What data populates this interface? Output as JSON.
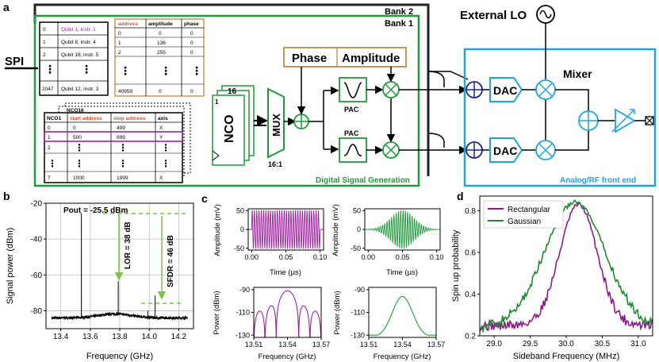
{
  "panel_labels": {
    "a": "a",
    "b": "b",
    "c": "c",
    "d": "d"
  },
  "diagram": {
    "bank2": "Bank 2",
    "bank1": "Bank 1",
    "spi": "SPI",
    "external_lo": "External LO",
    "mixer": "Mixer",
    "phase": "Phase",
    "amplitude": "Amplitude",
    "pac_top": "PAC",
    "pac_bottom": "PAC",
    "nco": "NCO",
    "nco_count": "16",
    "nco_index": "1",
    "mux": "MUX",
    "mux_ratio": "16:1",
    "dac_top": "DAC",
    "dac_bottom": "DAC",
    "dsg_label": "Digital Signal Generation",
    "rf_label": "Analog/RF front end",
    "colors": {
      "green": "#1f9a3c",
      "blue": "#1aa6e0",
      "orange": "#c8955c",
      "purple": "#a020a0",
      "red": "#e0502a",
      "navy": "#23238a"
    },
    "instr_table": {
      "rows": [
        [
          "0",
          "Qubit 1, instr. 1"
        ],
        [
          "1",
          "Qubit 8, instr. 4"
        ],
        [
          "2",
          "Qubit 16, instr. 5"
        ],
        [
          "⋮",
          "⋮"
        ],
        [
          "2047",
          "Qubit 12, instr. 3"
        ]
      ]
    },
    "waveform_table": {
      "headers": [
        "address",
        "amplitude",
        "phase"
      ],
      "rows": [
        [
          "0",
          "0",
          "0"
        ],
        [
          "1",
          "136",
          "0"
        ],
        [
          "2",
          "255",
          "0"
        ],
        [
          "⋮",
          "⋮",
          "⋮"
        ],
        [
          "40959",
          "0",
          "0"
        ]
      ]
    },
    "nco_table": {
      "back_label": "NCO16",
      "headers": [
        "NCO1",
        "start address",
        "stop address",
        "axis"
      ],
      "rows": [
        [
          "0",
          "0",
          "499",
          "X"
        ],
        [
          "1",
          "500",
          "999",
          "Y"
        ],
        [
          "2",
          "⋮",
          "⋮",
          "⋮"
        ],
        [
          "⋮",
          "⋮",
          "⋮",
          "⋮"
        ],
        [
          "7",
          "1000",
          "1999",
          "X"
        ]
      ]
    }
  },
  "chart_data": [
    {
      "id": "b",
      "type": "line",
      "xlabel": "Frequency (GHz)",
      "ylabel": "Signal power (dBm)",
      "xlim": [
        13.3,
        14.3
      ],
      "ylim": [
        -90,
        -20
      ],
      "xticks": [
        "13.4",
        "13.6",
        "13.8",
        "14.0",
        "14.2"
      ],
      "yticks": [
        "-80",
        "-60",
        "-40",
        "-20"
      ],
      "grid": true,
      "annotations": [
        "Pout = -25.5 dBm",
        "LOR = 38 dB",
        "SFDR = 46 dB"
      ],
      "peaks": [
        {
          "x": 13.54,
          "y": -25.5
        },
        {
          "x": 13.79,
          "y": -63.5
        },
        {
          "x": 14.04,
          "y": -71.5
        },
        {
          "x": 13.99,
          "y": -80
        }
      ],
      "noise_floor": -84
    },
    {
      "id": "c1",
      "type": "line",
      "xlabel": "Time (µs)",
      "ylabel": "Amplitude (mV)",
      "xlim": [
        -0.005,
        0.105
      ],
      "ylim": [
        -55,
        55
      ],
      "xticks": [
        "0.00",
        "0.05",
        "0.10"
      ],
      "yticks": [
        "-50",
        "0",
        "50"
      ],
      "series": [
        {
          "envelope": "rectangular",
          "start": 0,
          "stop": 0.1,
          "amplitude": 50,
          "cycles": 30
        }
      ]
    },
    {
      "id": "c2",
      "type": "line",
      "xlabel": "Time (µs)",
      "ylabel": "Amplitude (mV)",
      "xlim": [
        -0.005,
        0.105
      ],
      "ylim": [
        -55,
        55
      ],
      "xticks": [
        "0.00",
        "0.05",
        "0.10"
      ],
      "yticks": [
        "-50",
        "0",
        "50"
      ],
      "series": [
        {
          "envelope": "gaussian",
          "center": 0.05,
          "sigma": 0.017,
          "amplitude": 50,
          "cycles": 30
        }
      ]
    },
    {
      "id": "c3",
      "type": "line",
      "xlabel": "Frequency (GHz)",
      "ylabel": "Power (dBm)",
      "xlim": [
        13.51,
        13.57
      ],
      "ylim": [
        -132,
        -88
      ],
      "xticks": [
        "13.51",
        "13.54",
        "13.57"
      ],
      "yticks": [
        "-90",
        "-110",
        "-130"
      ],
      "series": [
        {
          "shape": "sinc",
          "center": 13.54,
          "peak": -91,
          "null_spacing": 0.01
        }
      ]
    },
    {
      "id": "c4",
      "type": "line",
      "xlabel": "Frequency (GHz)",
      "ylabel": "Power (dBm)",
      "xlim": [
        13.51,
        13.57
      ],
      "ylim": [
        -132,
        -88
      ],
      "xticks": [
        "13.51",
        "13.54",
        "13.57"
      ],
      "yticks": [
        "-90",
        "-110",
        "-130"
      ],
      "series": [
        {
          "shape": "gaussian",
          "center": 13.54,
          "peak": -96,
          "floor": -130,
          "sigma": 0.009
        }
      ]
    },
    {
      "id": "d",
      "type": "line",
      "xlabel": "Sideband Frequency (MHz)",
      "ylabel": "Spin up probability",
      "xlim": [
        28.8,
        31.2
      ],
      "ylim": [
        0.2,
        0.87
      ],
      "xticks": [
        "29.0",
        "29.5",
        "30.0",
        "30.5",
        "31.0"
      ],
      "yticks": [
        "0.2",
        "0.4",
        "0.6",
        "0.8"
      ],
      "legend": "top-left",
      "series": [
        {
          "name": "Rectangular",
          "center": 30.17,
          "width": 0.26,
          "peak": 0.83,
          "baseline": 0.25
        },
        {
          "name": "Gaussian",
          "center": 30.12,
          "width": 0.42,
          "peak": 0.84,
          "baseline": 0.24
        }
      ]
    }
  ]
}
